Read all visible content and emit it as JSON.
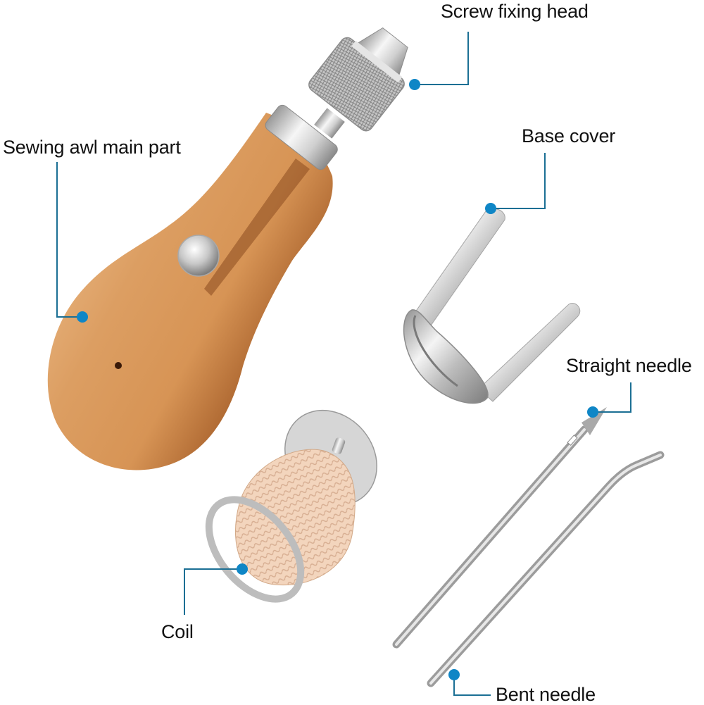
{
  "title": "Sewing awl kit parts diagram",
  "colors": {
    "callout_line": "#1b6f94",
    "callout_dot": "#0f86c6",
    "label_text": "#111111",
    "wood_light": "#e9b783",
    "wood_mid": "#d99a5c",
    "wood_dark": "#b86d35",
    "metal_light": "#f2f2f2",
    "metal_mid": "#c9c9c9",
    "metal_dark": "#8d8d8d",
    "thread": "#f2d2b8"
  },
  "labels": {
    "screw_fixing_head": "Screw fixing head",
    "sewing_awl_main_part": "Sewing awl main part",
    "base_cover": "Base cover",
    "straight_needle": "Straight needle",
    "coil": "Coil",
    "bent_needle": "Bent needle"
  },
  "callouts": [
    {
      "part": "Screw fixing head",
      "dot": [
        589,
        120
      ],
      "elbow": [
        665,
        120
      ],
      "end": [
        665,
        45
      ]
    },
    {
      "part": "Sewing awl main part",
      "dot": [
        117,
        450
      ],
      "elbow": [
        81,
        450
      ],
      "end": [
        81,
        230
      ]
    },
    {
      "part": "Base cover",
      "dot": [
        697,
        296
      ],
      "elbow": [
        774,
        296
      ],
      "end": [
        774,
        217
      ]
    },
    {
      "part": "Straight needle",
      "dot": [
        842,
        585
      ],
      "elbow": [
        896,
        585
      ],
      "end": [
        896,
        543
      ]
    },
    {
      "part": "Coil",
      "dot": [
        344,
        808
      ],
      "elbow": [
        262,
        808
      ],
      "end": [
        262,
        873
      ]
    },
    {
      "part": "Bent needle",
      "dot": [
        645,
        958
      ],
      "elbow": [
        645,
        987
      ],
      "end": [
        697,
        987
      ]
    }
  ]
}
